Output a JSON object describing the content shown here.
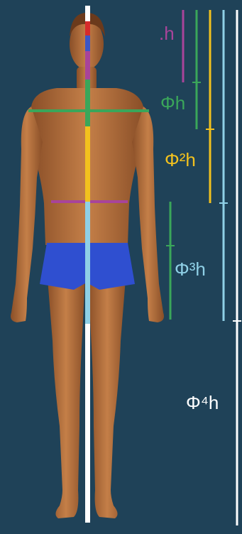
{
  "colors": {
    "background": "#1f4258",
    "skin": "#b8733f",
    "trunks": "#2f4fd0",
    "h": "#a8449a",
    "phi_h": "#3aa65a",
    "phi2_h": "#f2c11e",
    "phi3_h": "#8fd0e6",
    "phi4_h": "#ffffff"
  },
  "labels": {
    "h": ".h",
    "phi_h": "Φh",
    "phi2_h": "Φ²h",
    "phi3_h": "Φ³h",
    "phi4_h": "Φ⁴h"
  }
}
